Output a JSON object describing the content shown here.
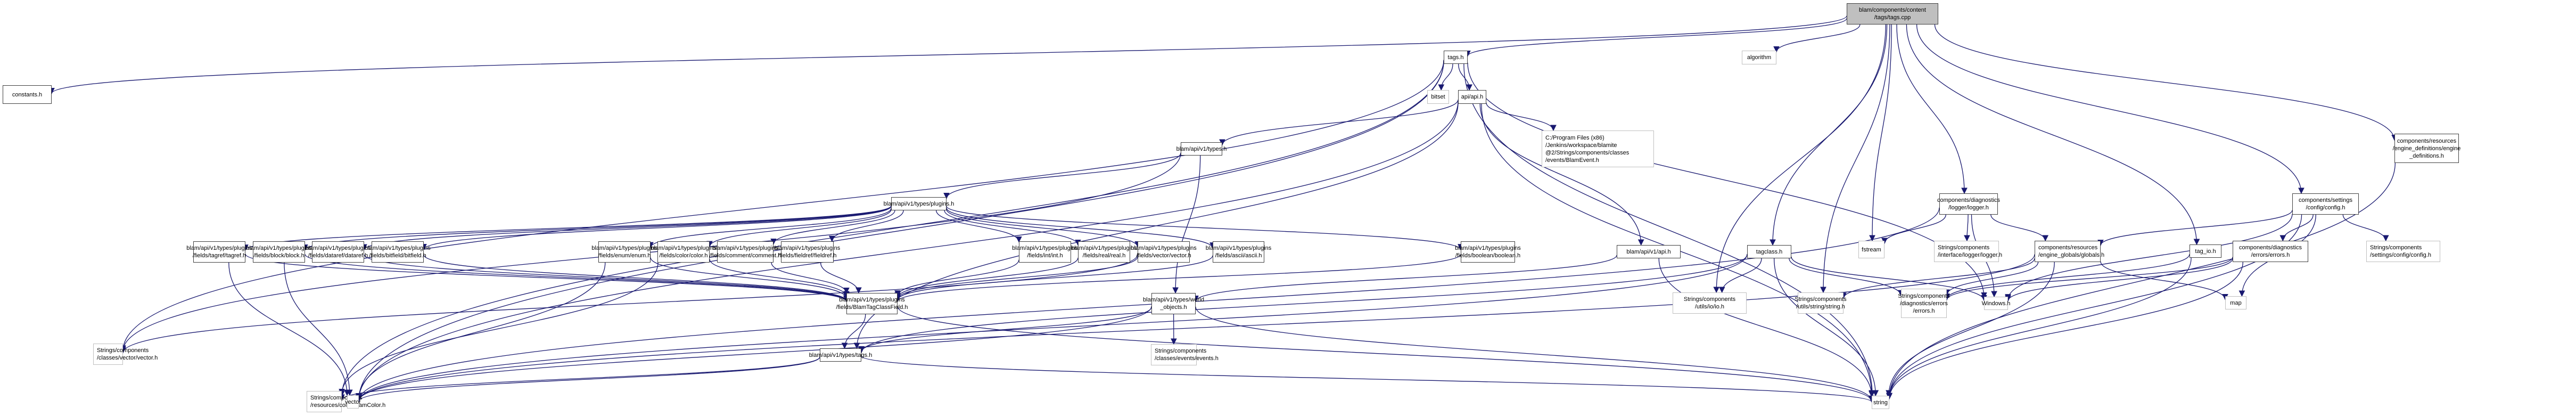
{
  "title": "Include dependency graph for tags.cpp",
  "colors": {
    "edge": "#191970",
    "node_border": "#404040",
    "ext_border": "#bfbfbf",
    "root_fill": "#bfbfbf"
  },
  "nodes": {
    "root": "blam/components/content\n/tags/tags.cpp",
    "tags_h": "tags.h",
    "algorithm": "algorithm",
    "constants_h": "constants.h",
    "bitset": "bitset",
    "api_h": "api/api.h",
    "blam_event": "C:/Program Files (x86)\n/Jenkins/workspace/blamite\n@2/Strings/components/classes\n/events/BlamEvent.h",
    "types_h": "blam/api/v1/types.h",
    "plugins_h": "blam/api/v1/types/plugins.h",
    "f_tagref": "blam/api/v1/types/plugins\n/fields/tagref/tagref.h",
    "f_block": "blam/api/v1/types/plugins\n/fields/block/block.h",
    "f_dataref": "blam/api/v1/types/plugins\n/fields/dataref/dataref.h",
    "f_bitfield": "blam/api/v1/types/plugins\n/fields/bitfield/bitfield.h",
    "f_enum": "blam/api/v1/types/plugins\n/fields/enum/enum.h",
    "f_color": "blam/api/v1/types/plugins\n/fields/color/color.h",
    "f_comment": "blam/api/v1/types/plugins\n/fields/comment/comment.h",
    "f_fieldref": "blam/api/v1/types/plugins\n/fields/fieldref/fieldref.h",
    "f_int": "blam/api/v1/types/plugins\n/fields/int/int.h",
    "f_real": "blam/api/v1/types/plugins\n/fields/real/real.h",
    "f_vector": "blam/api/v1/types/plugins\n/fields/vector/vector.h",
    "f_ascii": "blam/api/v1/types/plugins\n/fields/ascii/ascii.h",
    "f_boolean": "blam/api/v1/types/plugins\n/fields/boolean/boolean.h",
    "api_v1_api_h": "blam/api/v1/api.h",
    "tagclass_h": "tagclass.h",
    "blam_tag_class_field": "blam/api/v1/types/plugins\n/fields/BlamTagClassField.h",
    "world_objects": "blam/api/v1/types/world\n_objects.h",
    "types_tags_h": "blam/api/v1/types/tags.h",
    "s_vector": "Strings/components\n/classes/vector/vector.h",
    "s_events": "Strings/components\n/classes/events/events.h",
    "s_blamcolor": "Strings/components\n/resources/color/BlamColor.h",
    "vector": "vector",
    "s_io": "Strings/components\n/utils/io/io.h",
    "s_string": "Strings/components\n/utils/string/string.h",
    "s_errors": "Strings/components\n/diagnostics/errors\n/errors.h",
    "logger_h": "components/diagnostics\n/logger/logger.h",
    "fstream": "fstream",
    "s_logger": "Strings/components\n/interface/logger/logger.h",
    "globals_h": "components/resources\n/engine_globals/globals.h",
    "windows_h": "Windows.h",
    "tag_io_h": "tag_io.h",
    "errors_h": "components/diagnostics\n/errors/errors.h",
    "map": "map",
    "config_h": "components/settings\n/config/config.h",
    "s_config": "Strings/components\n/settings/config/config.h",
    "engine_defs": "components/resources\n/engine_definitions/engine\n_definitions.h",
    "string": "string"
  }
}
